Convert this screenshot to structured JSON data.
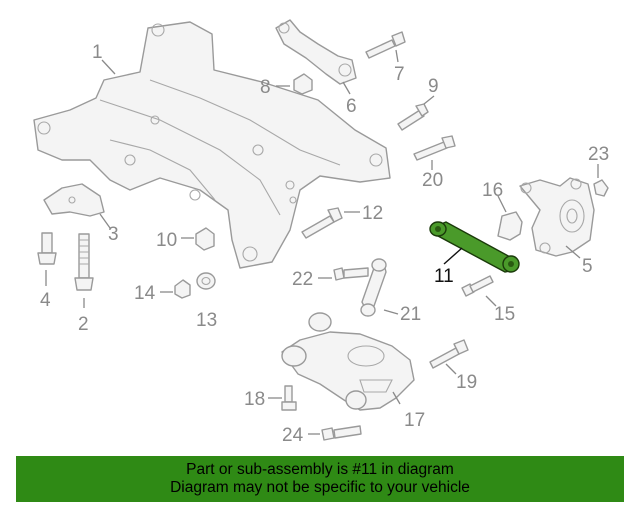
{
  "diagram": {
    "highlight_color": "#4a9a2a",
    "banner_color": "#2f8a15",
    "callouts": {
      "c1": "1",
      "c2": "2",
      "c3": "3",
      "c4": "4",
      "c5": "5",
      "c6": "6",
      "c7": "7",
      "c8": "8",
      "c9": "9",
      "c10": "10",
      "c11": "11",
      "c12": "12",
      "c13": "13",
      "c14": "14",
      "c15": "15",
      "c16": "16",
      "c17": "17",
      "c18": "18",
      "c19": "19",
      "c20": "20",
      "c21": "21",
      "c22": "22",
      "c23": "23",
      "c24": "24"
    }
  },
  "banner": {
    "line1": "Part or sub-assembly is #11 in diagram",
    "line2": "Diagram may not be specific to your vehicle"
  }
}
